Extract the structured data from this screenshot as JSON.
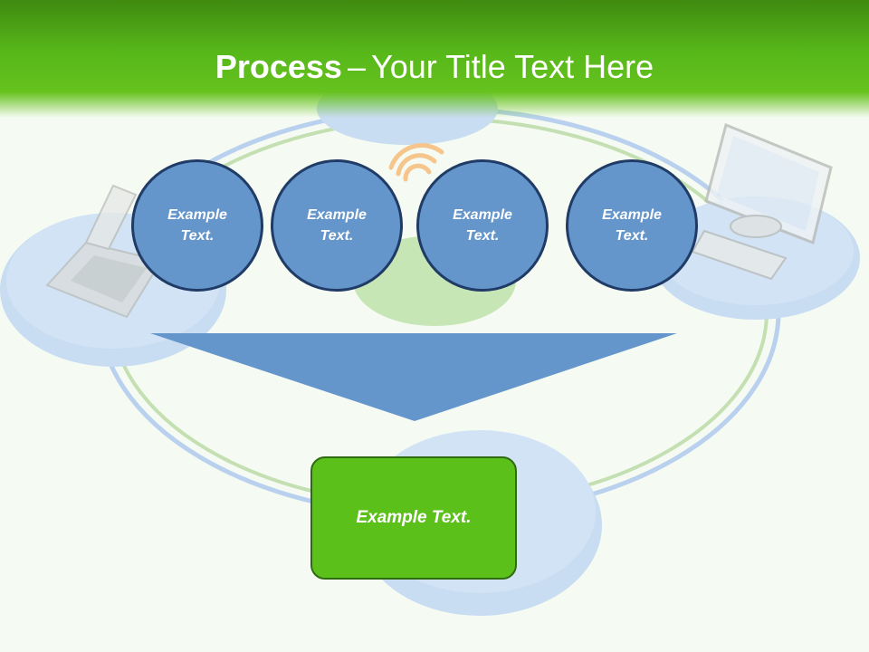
{
  "title": {
    "bold": "Process",
    "separator": "–",
    "rest": "Your Title Text Here"
  },
  "steps": [
    {
      "label": "Example Text."
    },
    {
      "label": "Example Text."
    },
    {
      "label": "Example Text."
    },
    {
      "label": "Example Text."
    }
  ],
  "result": {
    "label": "Example Text."
  },
  "colors": {
    "header_green": "#57b81a",
    "circle_blue": "#6496cb",
    "circle_border": "#1f3b66",
    "result_green": "#5cc01a",
    "funnel_blue": "#6496cb"
  }
}
